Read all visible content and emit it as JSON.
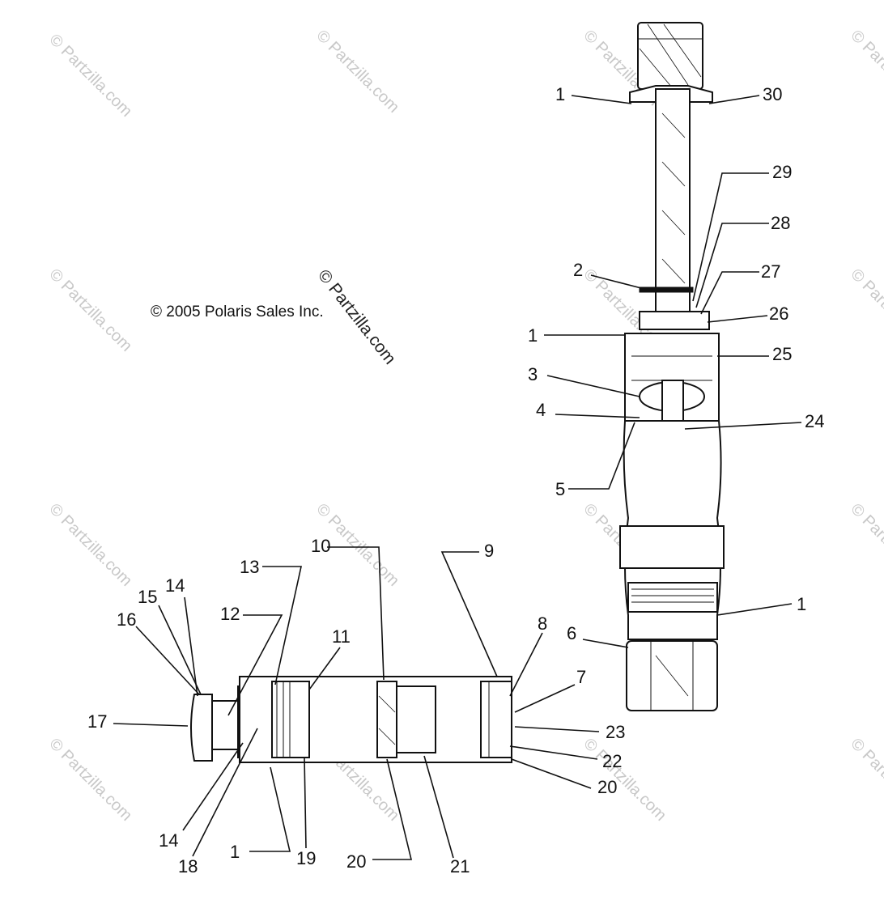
{
  "copyright": "© 2005 Polaris Sales Inc.",
  "watermark": "© Partzilla.com",
  "callouts": [
    "1",
    "2",
    "3",
    "4",
    "5",
    "6",
    "7",
    "8",
    "9",
    "10",
    "11",
    "12",
    "13",
    "14",
    "15",
    "16",
    "17",
    "18",
    "19",
    "20",
    "21",
    "22",
    "23",
    "24",
    "25",
    "26",
    "27",
    "28",
    "29",
    "30"
  ],
  "callout_instances": [
    {
      "id": "1"
    },
    {
      "id": "30"
    },
    {
      "id": "29"
    },
    {
      "id": "28"
    },
    {
      "id": "2"
    },
    {
      "id": "27"
    },
    {
      "id": "26"
    },
    {
      "id": "1"
    },
    {
      "id": "25"
    },
    {
      "id": "3"
    },
    {
      "id": "4"
    },
    {
      "id": "24"
    },
    {
      "id": "5"
    },
    {
      "id": "1"
    },
    {
      "id": "6"
    },
    {
      "id": "10"
    },
    {
      "id": "9"
    },
    {
      "id": "13"
    },
    {
      "id": "14"
    },
    {
      "id": "15"
    },
    {
      "id": "12"
    },
    {
      "id": "16"
    },
    {
      "id": "11"
    },
    {
      "id": "8"
    },
    {
      "id": "7"
    },
    {
      "id": "17"
    },
    {
      "id": "23"
    },
    {
      "id": "22"
    },
    {
      "id": "20"
    },
    {
      "id": "14"
    },
    {
      "id": "18"
    },
    {
      "id": "1"
    },
    {
      "id": "19"
    },
    {
      "id": "20"
    },
    {
      "id": "21"
    }
  ]
}
